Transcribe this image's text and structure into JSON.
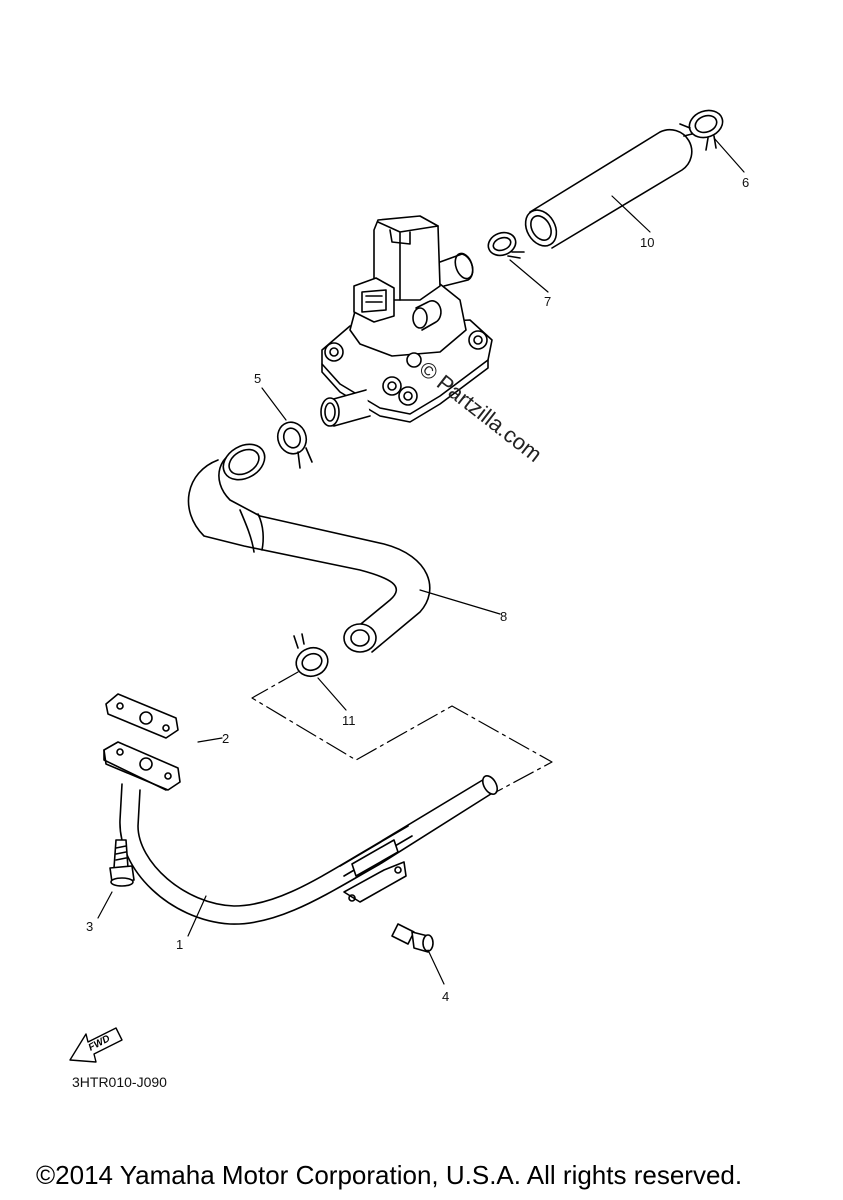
{
  "diagram": {
    "callouts": [
      {
        "id": "1",
        "label": "1"
      },
      {
        "id": "2",
        "label": "2"
      },
      {
        "id": "3",
        "label": "3"
      },
      {
        "id": "4",
        "label": "4"
      },
      {
        "id": "5",
        "label": "5"
      },
      {
        "id": "6",
        "label": "6"
      },
      {
        "id": "7",
        "label": "7"
      },
      {
        "id": "8",
        "label": "8"
      },
      {
        "id": "10",
        "label": "10"
      },
      {
        "id": "11",
        "label": "11"
      }
    ],
    "fwd_label": "FWD",
    "diagram_code": "3HTR010-J090",
    "watermark": "© Partzilla.com",
    "copyright": "©2014 Yamaha Motor Corporation, U.S.A. All rights reserved."
  }
}
